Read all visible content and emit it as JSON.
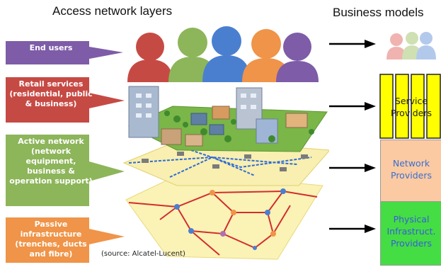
{
  "titles": {
    "left": "Access network layers",
    "right": "Business models"
  },
  "layers": [
    {
      "label": "End users",
      "color": "#7e5ca8"
    },
    {
      "label": "Retail services (residential, public & business)",
      "color": "#c64a44"
    },
    {
      "label": "Active network (network equipment, business & operation support)",
      "color": "#8db55a"
    },
    {
      "label": "Passive infrastructure (trenches, ducts and fibre)",
      "color": "#ef9448"
    }
  ],
  "business_models": [
    {
      "label": "Service Providers",
      "color": "#ffff00",
      "text_color": "#222222"
    },
    {
      "label": "Network Providers",
      "color": "#fbc9a2",
      "text_color": "#3a6fcf"
    },
    {
      "label": "Physical Infrastruct. Providers",
      "color": "#44dd44",
      "text_color": "#3a5bdd"
    }
  ],
  "people_colors": [
    "#c64a44",
    "#8db55a",
    "#4a7fd0",
    "#ef9448",
    "#7e5ca8"
  ],
  "source": "(source: Alcatel-Lucent)"
}
